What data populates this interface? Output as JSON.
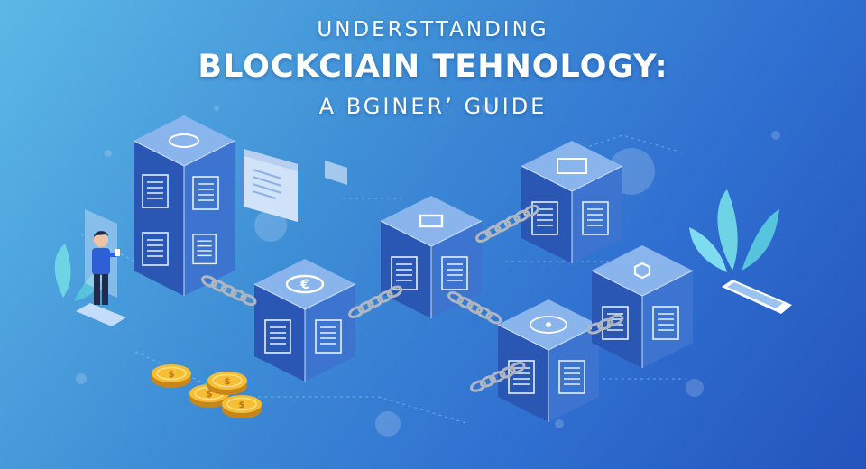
{
  "title": {
    "line1": "UNDERSTTANDING",
    "line2": "BLOCKCIAIN TEHNOLOGY:",
    "line3": "A BGINER’ GUIDE"
  },
  "colors": {
    "background_start": "#5cb8e6",
    "background_end": "#2454bd",
    "cube_top": "#8ab4ec",
    "cube_left": "#2a56b4",
    "cube_right": "#3d74cf",
    "chain": "#9aa4b2",
    "coin": "#f2b52c",
    "plant": "#6fd3e6",
    "person_shirt": "#2f5fd6"
  },
  "icons": {
    "person": "person-with-phone-icon",
    "coins": "gold-coin-stack-icon",
    "chain": "chain-link-icon",
    "document": "document-panel-icon",
    "plant": "leaf-plant-icon",
    "euro": "euro-icon"
  }
}
